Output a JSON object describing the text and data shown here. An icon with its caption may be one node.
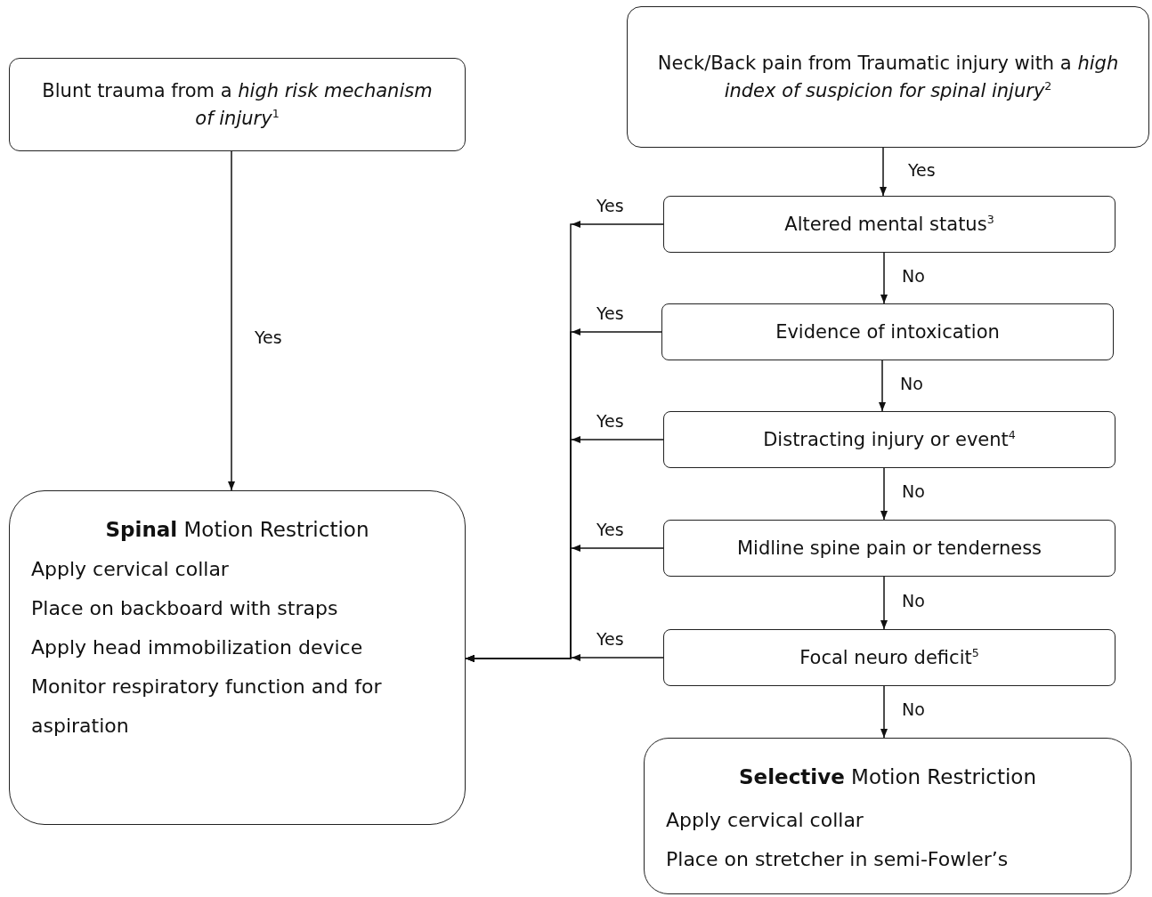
{
  "diagram": {
    "nodes": [
      {
        "text": [
          "Blunt trauma from a *high risk mechanism of injury*$^{1}$"
        ]
      },
      {
        "text": [
          "Neck/Back pain from Traumatic injury with a *high index of suspicion for spinal injury*$^{2}$"
        ]
      },
      {
        "text": [
          "Altered mental status$^{3}$"
        ]
      },
      {
        "text": [
          "Evidence of intoxication"
        ]
      },
      {
        "text": [
          "Distracting injury or event$^{4}$"
        ]
      },
      {
        "text": [
          "Midline spine pain or tenderness"
        ]
      },
      {
        "text": [
          "Focal neuro deficit$^{5}$"
        ]
      },
      {
        "text": [
          "**Spinal** Motion Restriction",
          "Apply cervical collar",
          "Place on backboard with straps",
          "Apply head immobilization device",
          "Monitor respiratory function and for aspiration"
        ]
      },
      {
        "text": [
          "**Selective** Motion Restriction",
          "Apply cervical collar",
          "Place on stretcher in semi-Fowler’s"
        ]
      }
    ],
    "edges": [
      {
        "from": 0,
        "to": 7,
        "arrow": "to",
        "label": "Yes"
      },
      {
        "from": 1,
        "to": 2,
        "arrow": "to",
        "label": "Yes"
      },
      {
        "from": 2,
        "to": 3,
        "arrow": "to",
        "label": "No"
      },
      {
        "from": 3,
        "to": 4,
        "arrow": "to",
        "label": "No"
      },
      {
        "from": 4,
        "to": 5,
        "arrow": "to",
        "label": "No"
      },
      {
        "from": 5,
        "to": 6,
        "arrow": "to",
        "label": "No"
      },
      {
        "from": 6,
        "to": 8,
        "arrow": "to",
        "label": "No"
      },
      {
        "from": 2,
        "to": 7,
        "arrow": "to",
        "label": "Yes"
      },
      {
        "from": 3,
        "to": 7,
        "arrow": "to",
        "label": "Yes"
      },
      {
        "from": 4,
        "to": 7,
        "arrow": "to",
        "label": "Yes"
      },
      {
        "from": 5,
        "to": 7,
        "arrow": "to",
        "label": "Yes"
      },
      {
        "from": 6,
        "to": 7,
        "arrow": "to",
        "label": "Yes"
      }
    ]
  }
}
